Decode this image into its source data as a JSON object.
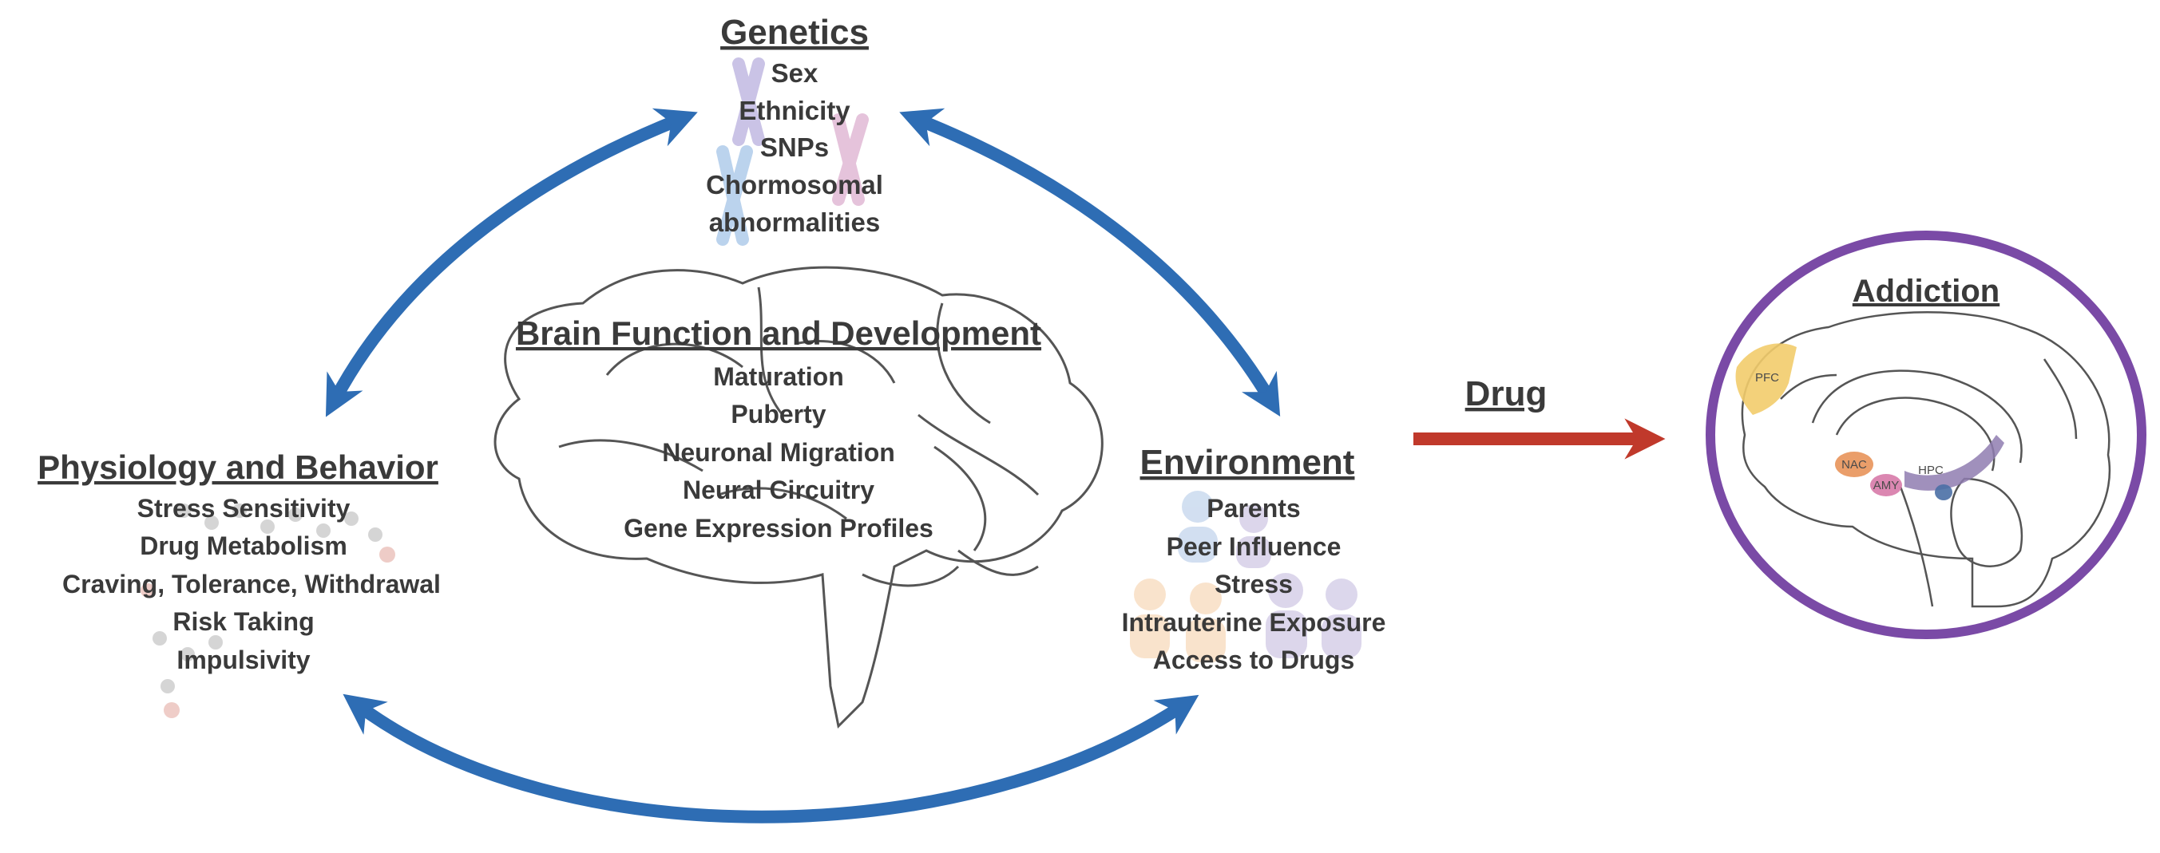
{
  "genetics": {
    "title": "Genetics",
    "items": [
      "Sex",
      "Ethnicity",
      "SNPs",
      "Chormosomal",
      "abnormalities"
    ]
  },
  "brain": {
    "title": "Brain Function and Development",
    "items": [
      "Maturation",
      "Puberty",
      "Neuronal Migration",
      "Neural Circuitry",
      "Gene Expression Profiles"
    ]
  },
  "physiology": {
    "title": "Physiology and Behavior",
    "items": [
      "Stress Sensitivity",
      "Drug Metabolism",
      "Craving, Tolerance, Withdrawal",
      "Risk Taking",
      "Impulsivity"
    ]
  },
  "environment": {
    "title": "Environment",
    "items": [
      "Parents",
      "Peer Influence",
      "Stress",
      "Intrauterine Exposure",
      "Access to Drugs"
    ]
  },
  "drug_label": "Drug",
  "addiction": {
    "title": "Addiction",
    "regions": [
      "PFC",
      "NAC",
      "AMY",
      "HPC"
    ]
  },
  "colors": {
    "arrow_blue": "#2e6db4",
    "drug_arrow_red": "#c0392b",
    "addiction_ring": "#7a4aa6",
    "text": "#3a3a3a",
    "pfc": "#f2cc6b",
    "nac": "#e8935a",
    "amy": "#d77aa8",
    "hpc": "#8f7cb0",
    "vta": "#4a6fa5"
  }
}
